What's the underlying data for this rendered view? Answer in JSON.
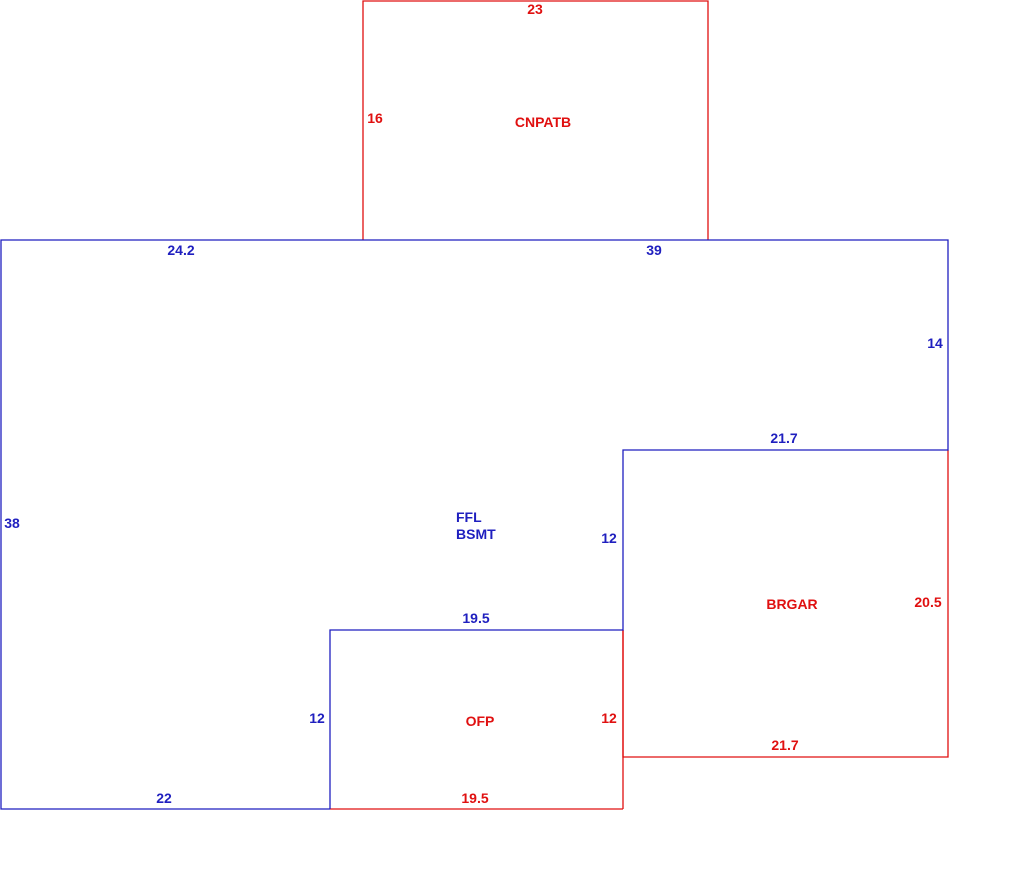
{
  "colors": {
    "blue": "#1f1fbf",
    "red": "#e01010"
  },
  "areas": {
    "main": {
      "line1": "FFL",
      "line2": "BSMT"
    },
    "patio": {
      "label": "CNPATB"
    },
    "garage": {
      "label": "BRGAR"
    },
    "porch": {
      "label": "OFP"
    }
  },
  "dimensions": {
    "patio_top": "23",
    "patio_left": "16",
    "main_top_left": "24.2",
    "main_top_right": "39",
    "main_right": "14",
    "main_step_top": "21.7",
    "main_left": "38",
    "main_step_side": "12",
    "porch_top": "19.5",
    "porch_left": "12",
    "main_bottom": "22",
    "porch_right": "12",
    "porch_bottom": "19.5",
    "garage_right": "20.5",
    "garage_bottom": "21.7"
  }
}
